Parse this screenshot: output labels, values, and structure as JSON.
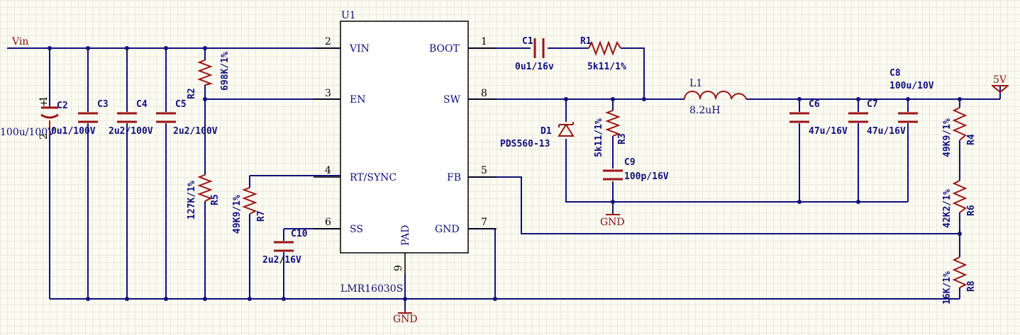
{
  "net_labels": {
    "vin": "Vin",
    "out": "5V",
    "gnd1": "GND",
    "gnd2": "GND"
  },
  "ic": {
    "ref": "U1",
    "part": "LMR16030S",
    "pins": [
      {
        "num": "2",
        "name": "VIN"
      },
      {
        "num": "3",
        "name": "EN"
      },
      {
        "num": "4",
        "name": "RT/SYNC"
      },
      {
        "num": "6",
        "name": "SS"
      },
      {
        "num": "1",
        "name": "BOOT"
      },
      {
        "num": "8",
        "name": "SW"
      },
      {
        "num": "5",
        "name": "FB"
      },
      {
        "num": "7",
        "name": "GND"
      },
      {
        "num": "9",
        "name": "PAD"
      }
    ]
  },
  "components": {
    "C1": {
      "ref": "C1",
      "value": "0u1/16v"
    },
    "R1": {
      "ref": "R1",
      "value": "5k11/1%"
    },
    "L1": {
      "ref": "L1",
      "value": "8.2uH"
    },
    "C2": {
      "ref": "C2",
      "value": "100u/100V",
      "pin1": "1",
      "pin2": "2"
    },
    "C3": {
      "ref": "C3",
      "value": "0u1/100V"
    },
    "C4": {
      "ref": "C4",
      "value": "2u2/100V"
    },
    "C5": {
      "ref": "C5",
      "value": "2u2/100V"
    },
    "R2": {
      "ref": "R2",
      "value": "698K/1%"
    },
    "R5": {
      "ref": "R5",
      "value": "127K/1%"
    },
    "R7": {
      "ref": "R7",
      "value": "49K9/1%"
    },
    "C10": {
      "ref": "C10",
      "value": "2u2/16V"
    },
    "D1": {
      "ref": "D1",
      "value": "PDS560-13"
    },
    "R3": {
      "ref": "R3",
      "value": "5k11/1%"
    },
    "C9": {
      "ref": "C9",
      "value": "100p/16V"
    },
    "C6": {
      "ref": "C6",
      "value": "47u/16V"
    },
    "C7": {
      "ref": "C7",
      "value": "47u/16V"
    },
    "C8": {
      "ref": "C8",
      "value": "100u/10V"
    },
    "R4": {
      "ref": "R4",
      "value": "49K9/1%"
    },
    "R6": {
      "ref": "R6",
      "value": "42K2/1%"
    },
    "R8": {
      "ref": "R8",
      "value": "16K/1%"
    }
  }
}
